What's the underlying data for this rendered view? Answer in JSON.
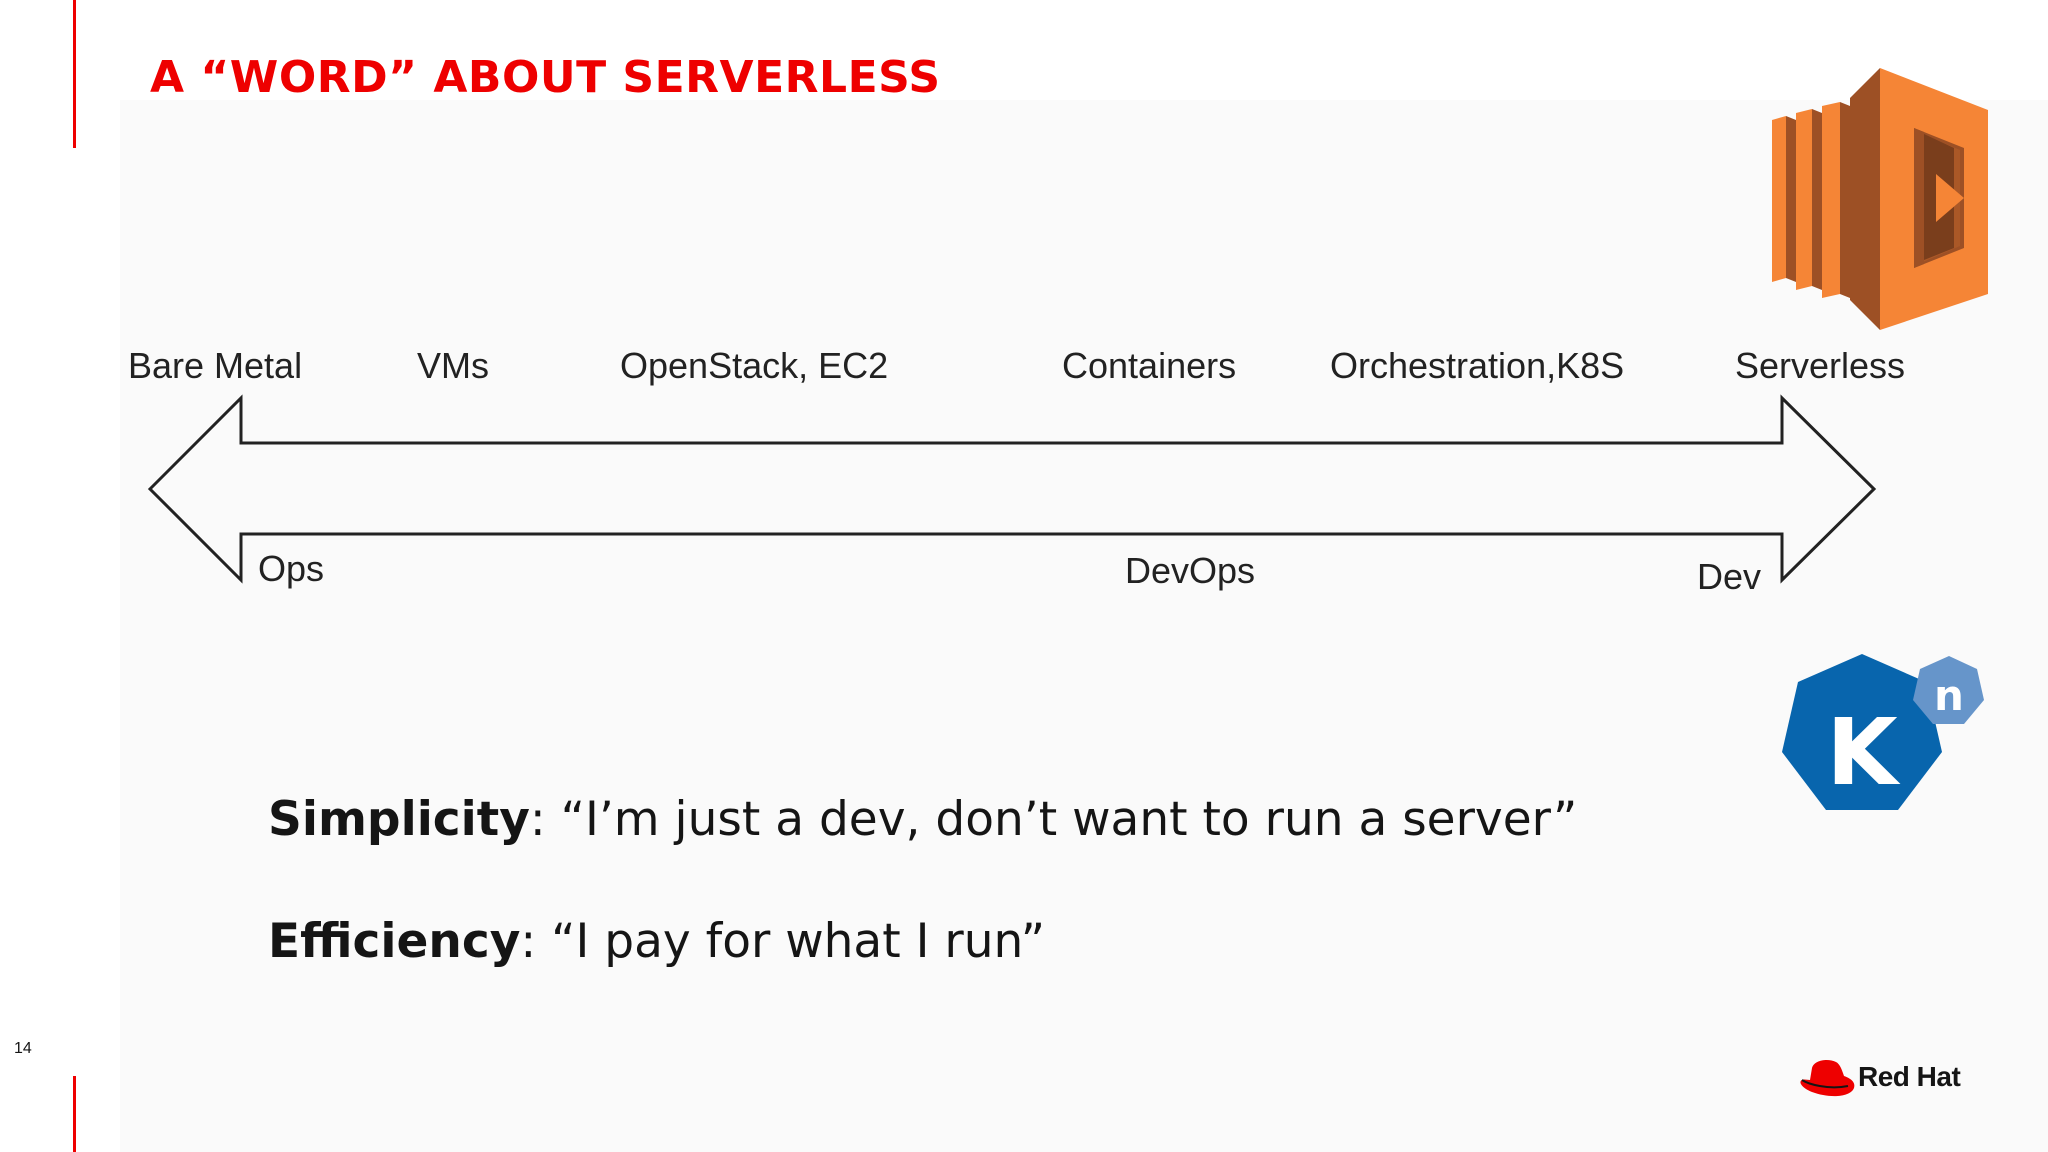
{
  "slide": {
    "title": "A “WORD” ABOUT SERVERLESS",
    "page_number": "14"
  },
  "spectrum": {
    "top_labels": [
      "Bare Metal",
      "VMs",
      "OpenStack, EC2",
      "Containers",
      "Orchestration,K8S",
      "Serverless"
    ],
    "bottom_labels": [
      "Ops",
      "DevOps",
      "Dev"
    ]
  },
  "statements": [
    {
      "term": "Simplicity",
      "quote": ": “I’m just a dev, don’t want to run a server”"
    },
    {
      "term": "Efficiency",
      "quote": ": “I pay for what I run”"
    }
  ],
  "logos": {
    "lambda": {
      "icon": "aws-lambda-icon",
      "color_light": "#f58536",
      "color_dark": "#9d5025"
    },
    "knative": {
      "icon": "knative-icon",
      "letter": "K",
      "superscript": "n",
      "color": "#0865ad",
      "color_small": "#6695ca"
    },
    "brand": {
      "name": "Red Hat",
      "color": "#ee0000"
    }
  }
}
